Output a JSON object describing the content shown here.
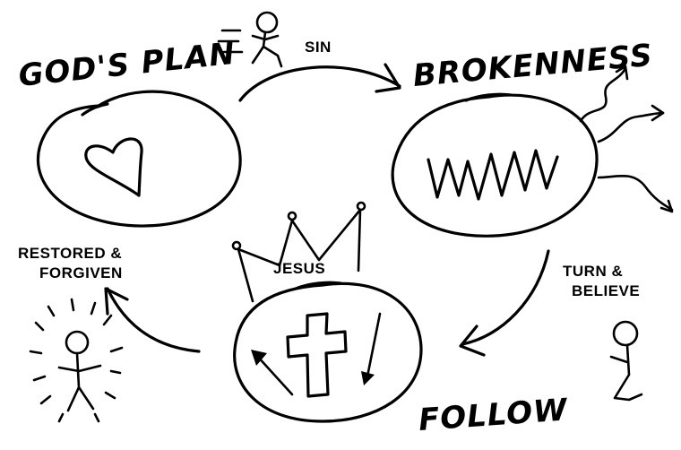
{
  "titles": {
    "gods_plan": "GOD'S PLAN",
    "brokenness": "BROKENNESS",
    "follow": "FOLLOW"
  },
  "labels": {
    "sin": "SIN",
    "restored_line1": "RESTORED &",
    "restored_line2": "FORGIVEN",
    "turn_line1": "TURN &",
    "turn_line2": "BELIEVE",
    "jesus": "JESUS"
  },
  "colors": {
    "ink": "#000000",
    "background": "#ffffff"
  }
}
